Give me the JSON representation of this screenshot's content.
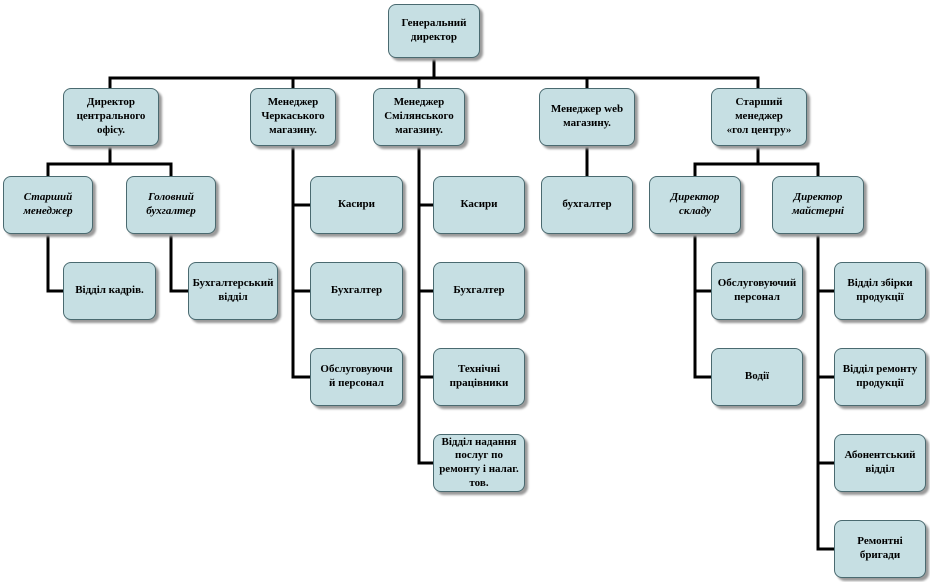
{
  "nodes": [
    {
      "id": "ceo",
      "label": "Генеральний\nдиректор",
      "italic": false
    },
    {
      "id": "dir-central",
      "label": "Директор\nцентрального\nофісу.",
      "italic": false
    },
    {
      "id": "mgr-cherkasy",
      "label": "Менеджер\nЧеркаського\nмагазину.",
      "italic": false
    },
    {
      "id": "mgr-smila",
      "label": "Менеджер\nСмілянського\nмагазину.",
      "italic": false
    },
    {
      "id": "mgr-web",
      "label": "Менеджер web\nмагазину.",
      "italic": false
    },
    {
      "id": "mgr-service",
      "label": "Старший\nменеджер\n«гол центру»",
      "italic": false
    },
    {
      "id": "senior-manager",
      "label": "Старший\nменеджер",
      "italic": true
    },
    {
      "id": "chief-accountant",
      "label": "Головний\nбухгалтер",
      "italic": true
    },
    {
      "id": "hr-dept",
      "label": "Відділ кадрів.",
      "italic": false
    },
    {
      "id": "accounting-dept",
      "label": "Бухгалтерський\nвідділ",
      "italic": false
    },
    {
      "id": "cherkasy-cashiers",
      "label": "Касири",
      "italic": false
    },
    {
      "id": "cherkasy-accountant",
      "label": "Бухгалтер",
      "italic": false
    },
    {
      "id": "cherkasy-staff",
      "label": "Обслуговуючи\nй персонал",
      "italic": false
    },
    {
      "id": "smila-cashiers",
      "label": "Касири",
      "italic": false
    },
    {
      "id": "smila-accountant",
      "label": "Бухгалтер",
      "italic": false
    },
    {
      "id": "smila-tech",
      "label": "Технічні\nпрацівники",
      "italic": false
    },
    {
      "id": "smila-repair",
      "label": "Відділ надання\nпослуг по\nремонту і налаг.\nтов.",
      "italic": false
    },
    {
      "id": "web-accountant",
      "label": "бухгалтер",
      "italic": false
    },
    {
      "id": "warehouse-dir",
      "label": "Директор\nскладу",
      "italic": true
    },
    {
      "id": "workshop-dir",
      "label": "Директор\nмайстерні",
      "italic": true
    },
    {
      "id": "warehouse-staff",
      "label": "Обслуговуючий\nперсонал",
      "italic": false
    },
    {
      "id": "drivers",
      "label": "Водії",
      "italic": false
    },
    {
      "id": "assembly-dept",
      "label": "Відділ збірки\nпродукції",
      "italic": false
    },
    {
      "id": "repair-dept",
      "label": "Відділ ремонту\nпродукції",
      "italic": false
    },
    {
      "id": "subscriber-dept",
      "label": "Абонентський\nвідділ",
      "italic": false
    },
    {
      "id": "repair-crews",
      "label": "Ремонтні\nбригади",
      "italic": false
    }
  ]
}
